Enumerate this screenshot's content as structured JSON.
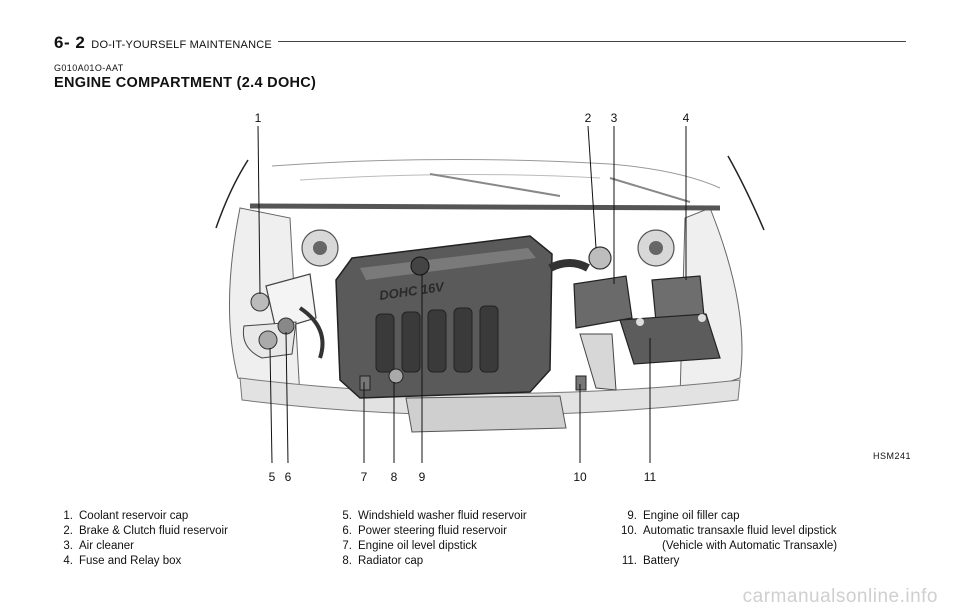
{
  "header": {
    "page_number": "6- 2",
    "chapter": "DO-IT-YOURSELF MAINTENANCE"
  },
  "section": {
    "code": "G010A01O-AAT",
    "title": "ENGINE COMPARTMENT (2.4 DOHC)"
  },
  "figure": {
    "id": "HSM241",
    "engine_text": "DOHC 16V",
    "callouts_top": [
      "1",
      "2",
      "3",
      "4"
    ],
    "callouts_bottom": [
      "5",
      "6",
      "7",
      "8",
      "9",
      "10",
      "11"
    ]
  },
  "legend": {
    "col1": [
      {
        "num": "1.",
        "text": "Coolant reservoir cap"
      },
      {
        "num": "2.",
        "text": "Brake & Clutch fluid reservoir"
      },
      {
        "num": "3.",
        "text": "Air cleaner"
      },
      {
        "num": "4.",
        "text": "Fuse and Relay box"
      }
    ],
    "col2": [
      {
        "num": "5.",
        "text": "Windshield washer fluid reservoir"
      },
      {
        "num": "6.",
        "text": "Power steering fluid reservoir"
      },
      {
        "num": "7.",
        "text": "Engine oil level dipstick"
      },
      {
        "num": "8.",
        "text": "Radiator cap"
      }
    ],
    "col3": [
      {
        "num": "9.",
        "text": "Engine oil filler cap"
      },
      {
        "num": "10.",
        "text": "Automatic transaxle fluid level dipstick",
        "cont": "(Vehicle with Automatic Transaxle)"
      },
      {
        "num": "11.",
        "text": "Battery"
      }
    ]
  },
  "watermark": "carmanualsonline.info"
}
